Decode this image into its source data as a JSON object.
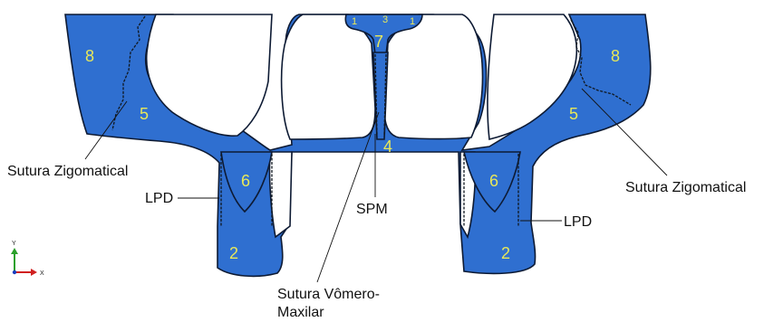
{
  "region_numbers": {
    "r1_left": "1",
    "r3": "3",
    "r1_right": "1",
    "r7": "7",
    "r8_left": "8",
    "r8_right": "8",
    "r5_left": "5",
    "r5_right": "5",
    "r4": "4",
    "r6_left": "6",
    "r6_right": "6",
    "r2_left": "2",
    "r2_right": "2"
  },
  "labels": {
    "sutura_zigomatical_left": "Sutura Zigomatical",
    "sutura_zigomatical_right": "Sutura Zigomatical",
    "lpd_left": "LPD",
    "lpd_right": "LPD",
    "spm": "SPM",
    "sutura_vomero_line1": "Sutura Vômero-",
    "sutura_vomero_line2": "Maxilar"
  },
  "axes": {
    "y": "Y",
    "x": "X"
  },
  "colors": {
    "bone": "#2f6fd0",
    "outline": "#0d1a33",
    "number": "#e8e85a",
    "axis_y": "#2aa02a",
    "axis_x": "#d02020"
  }
}
